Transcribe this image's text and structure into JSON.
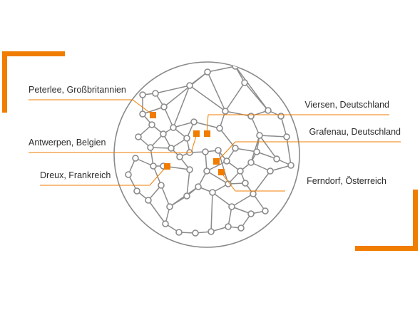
{
  "colors": {
    "accent": "#f07c00",
    "network": "#8a8a8a",
    "node_fill": "#ffffff",
    "leader_line": "#f07c00",
    "text": "#2b2b2b"
  },
  "sites": [
    {
      "id": "peterlee",
      "label": "Peterlee, Großbritannien"
    },
    {
      "id": "antwerpen",
      "label": "Antwerpen, Belgien"
    },
    {
      "id": "dreux",
      "label": "Dreux, Frankreich"
    },
    {
      "id": "viersen",
      "label": "Viersen, Deutschland"
    },
    {
      "id": "grafenau",
      "label": "Grafenau, Deutschland"
    },
    {
      "id": "ferndorf",
      "label": "Ferndorf, Österreich"
    }
  ]
}
